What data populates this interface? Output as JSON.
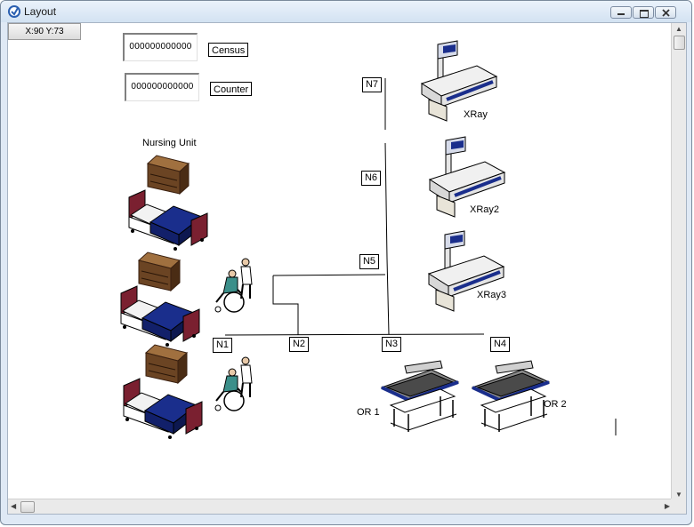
{
  "window": {
    "title": "Layout"
  },
  "coords": "X:90 Y:73",
  "displays": [
    {
      "value": "000000000000",
      "label": "Census"
    },
    {
      "value": "000000000000",
      "label": "Counter"
    }
  ],
  "nursing_label": "Nursing Unit",
  "nodes": [
    "N1",
    "N2",
    "N3",
    "N4",
    "N5",
    "N6",
    "N7"
  ],
  "xray_labels": [
    "XRay",
    "XRay2",
    "XRay3"
  ],
  "or_labels": [
    "OR 1",
    "OR 2"
  ],
  "colors": {
    "accent": "#1a2e8c",
    "furniture": "#6b4423",
    "bed_frame": "#7a2030"
  }
}
